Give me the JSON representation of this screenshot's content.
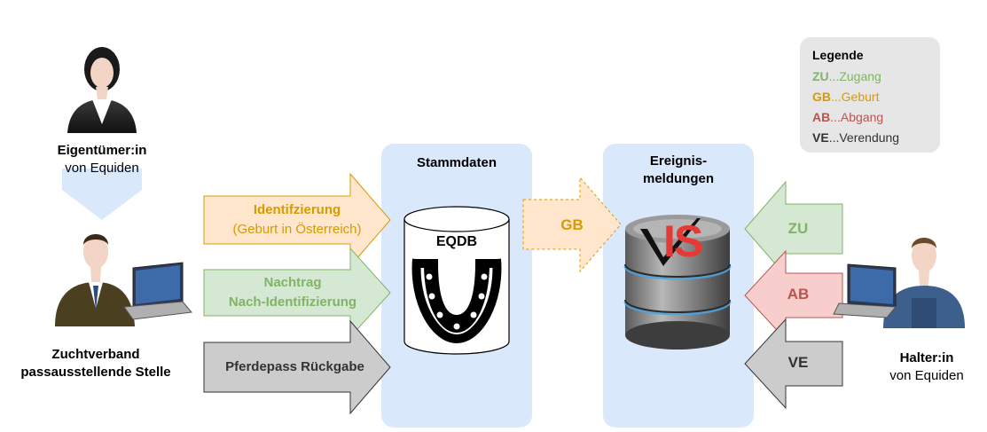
{
  "actors": {
    "owner": {
      "bold": "Eigentümer:in",
      "normal": "von Equiden"
    },
    "breeder": {
      "line1": "Zuchtverband",
      "line2": "passausstellende Stelle"
    },
    "keeper": {
      "bold": "Halter:in",
      "normal": "von Equiden"
    }
  },
  "panels": {
    "master": {
      "title": "Stammdaten",
      "db_label": "EQDB"
    },
    "events": {
      "title_line1": "Ereignis-",
      "title_line2": "meldungen",
      "logo_text": "VIS"
    }
  },
  "arrows": {
    "identification": {
      "line1": "Identifzierung",
      "line2": "(Geburt in Österreich)",
      "color": "#d79b00",
      "fill": "#ffe6cc"
    },
    "nachtrag": {
      "line1": "Nachtrag",
      "line2": "Nach-Identifizierung",
      "color": "#82b366",
      "fill": "#d5e8d4"
    },
    "return": {
      "line1": "Pferdepass Rückgabe",
      "color": "#333333",
      "fill": "#cccccc"
    },
    "gb": {
      "label": "GB",
      "color": "#d79b00",
      "fill": "#ffe6cc"
    },
    "zu": {
      "label": "ZU",
      "color": "#82b366",
      "fill": "#d5e8d4"
    },
    "ab": {
      "label": "AB",
      "color": "#b85450",
      "fill": "#f8cecc"
    },
    "ve": {
      "label": "VE",
      "color": "#333333",
      "fill": "#cccccc"
    }
  },
  "legend": {
    "title": "Legende",
    "items": [
      {
        "abbr": "ZU",
        "text": "...Zugang",
        "color": "#82b366"
      },
      {
        "abbr": "GB",
        "text": "...Geburt",
        "color": "#d79b00"
      },
      {
        "abbr": "AB",
        "text": "...Abgang",
        "color": "#b85450"
      },
      {
        "abbr": "VE",
        "text": "...Verendung",
        "color": "#333333"
      }
    ]
  }
}
